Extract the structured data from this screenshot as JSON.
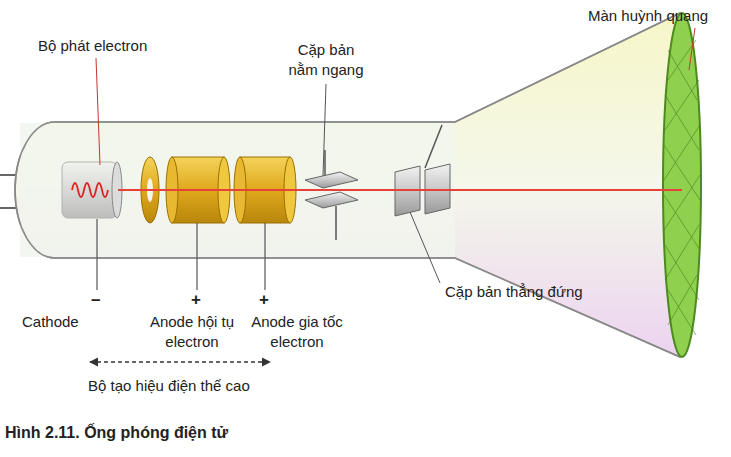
{
  "diagram": {
    "caption": "Hình 2.11. Ống phóng điện tử",
    "labels": [
      "Màn huỳnh quang",
      "Bộ phát electron",
      "Cặp bản nằm ngang",
      "Cặp bản thẳng đứng",
      "–",
      "+",
      "+",
      "Cathode",
      "Anode hội tụ electron",
      "Anode gia tốc electron",
      "Bộ tạo hiệu điện thế cao"
    ]
  }
}
